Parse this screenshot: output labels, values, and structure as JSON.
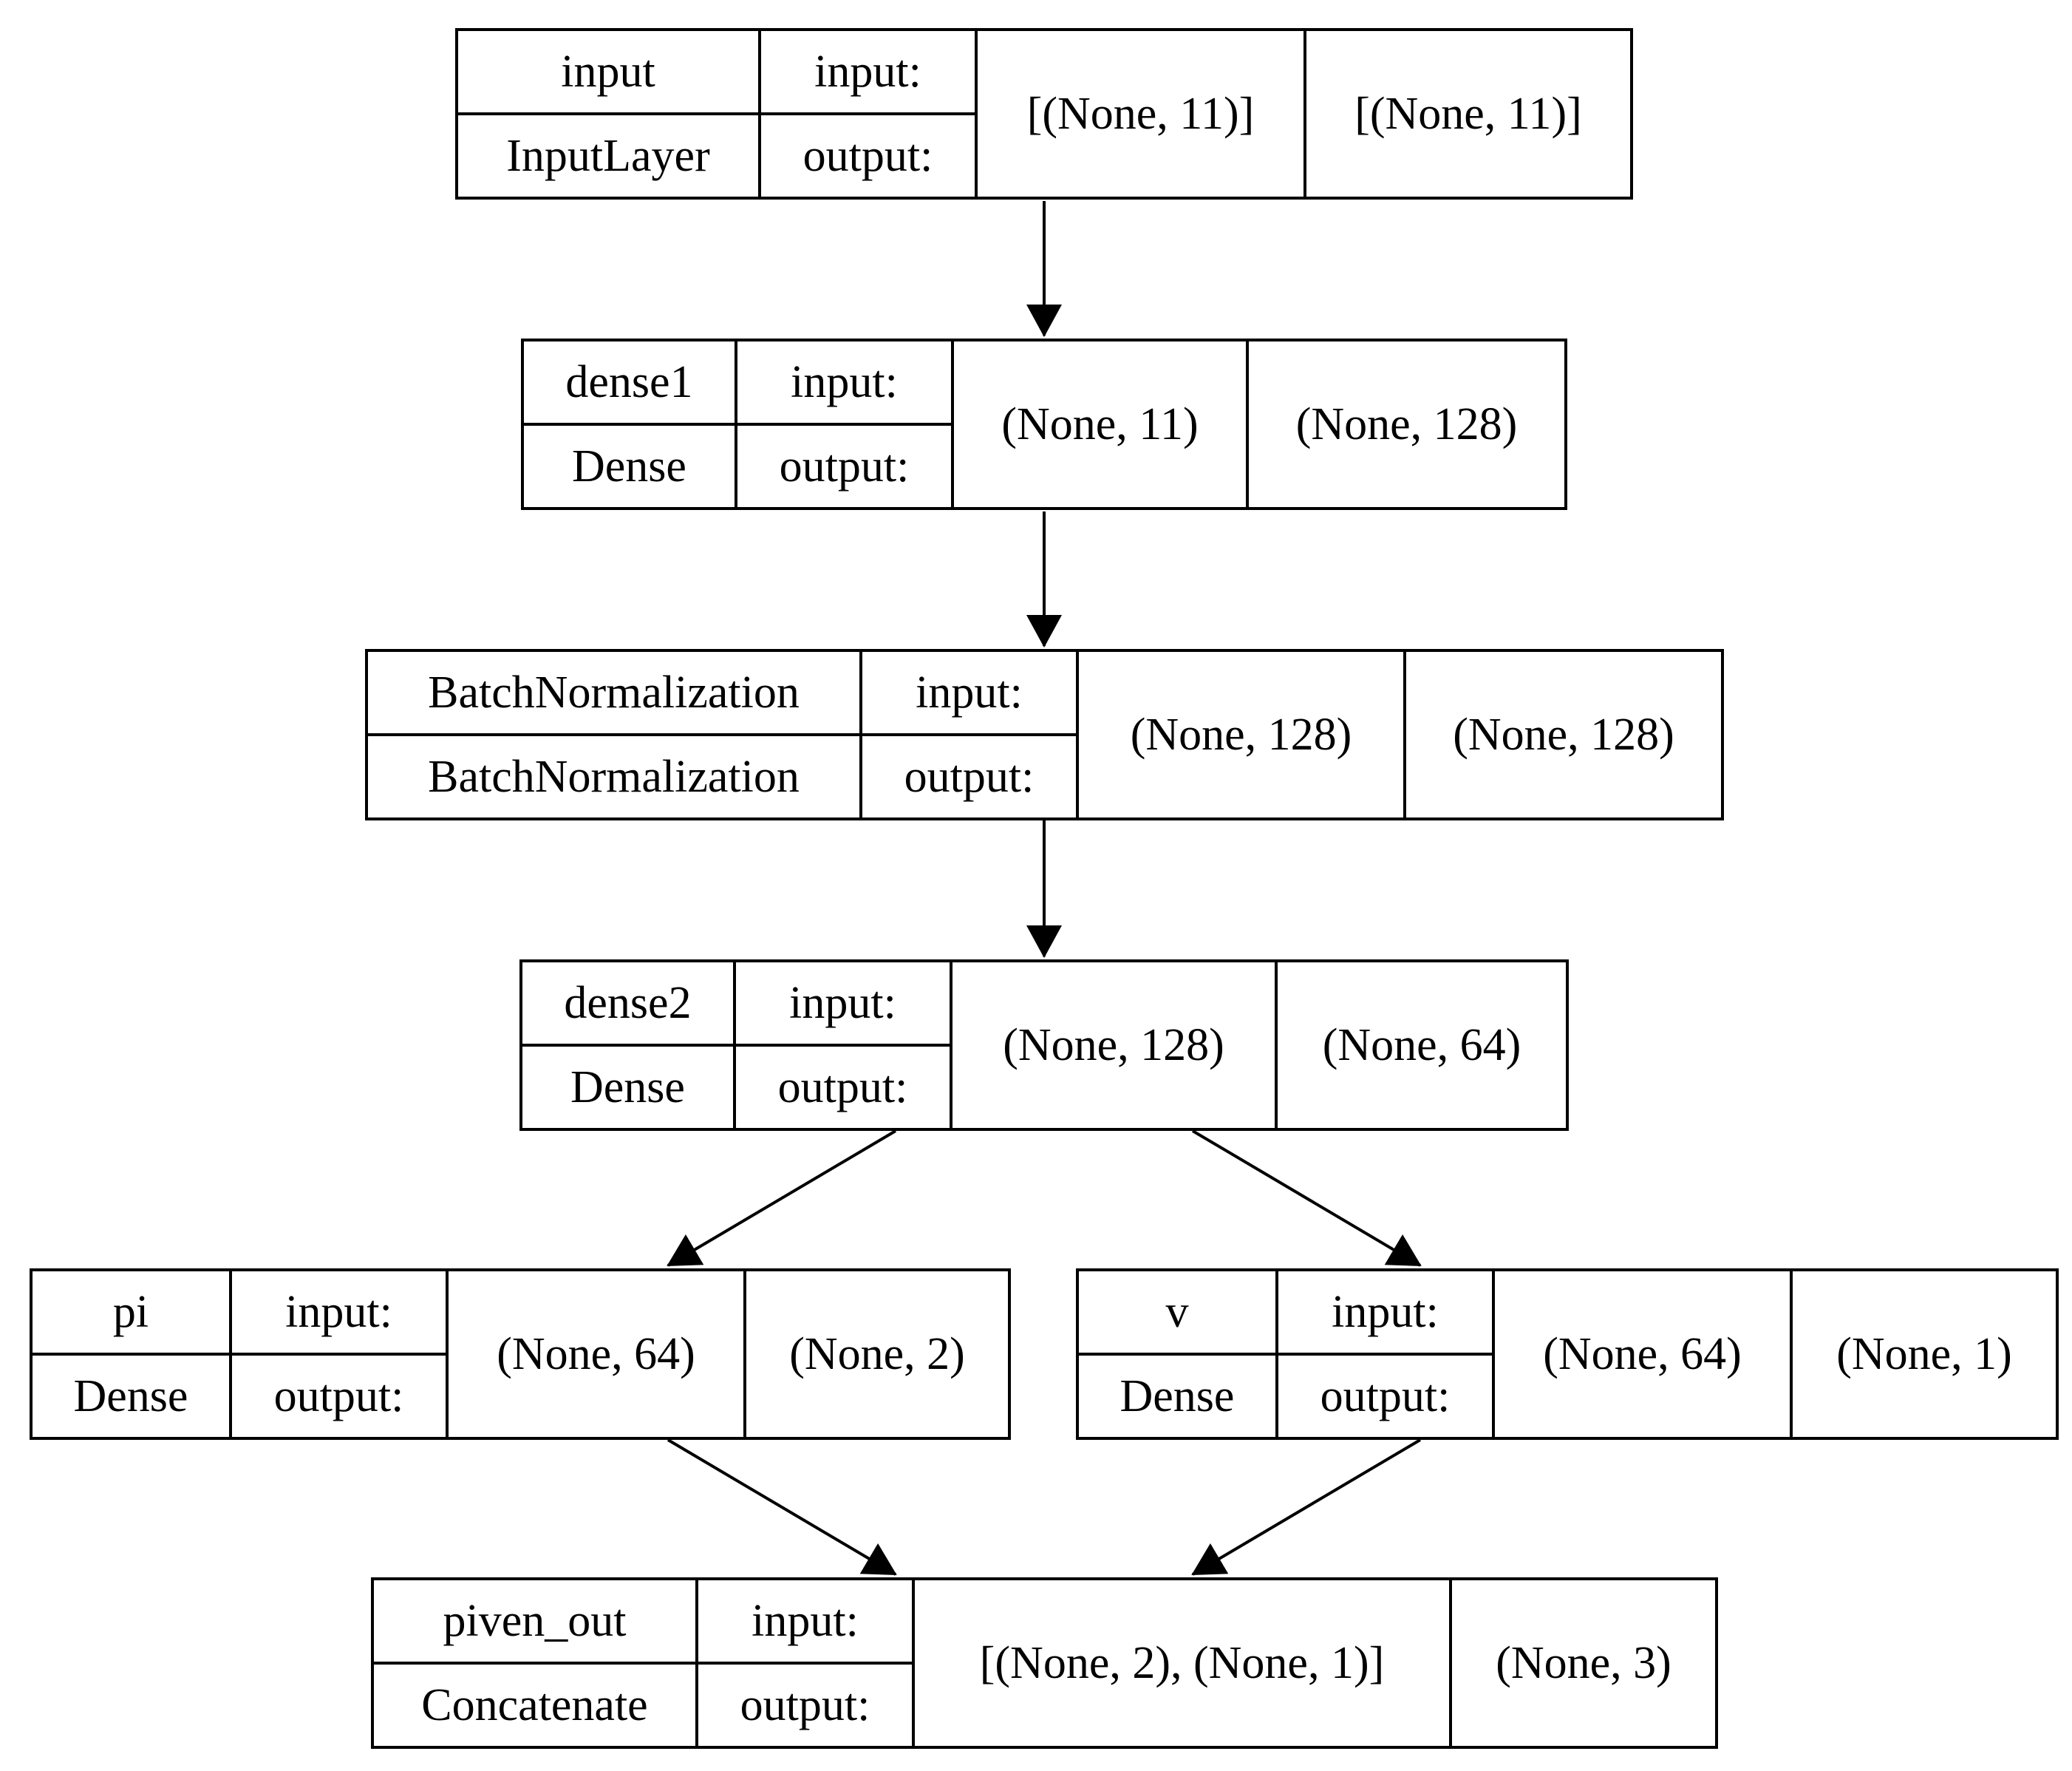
{
  "nodes": [
    {
      "name": "input",
      "type": "InputLayer",
      "input_label": "input:",
      "output_label": "output:",
      "input_shape": "[(None, 11)]",
      "output_shape": "[(None, 11)]"
    },
    {
      "name": "dense1",
      "type": "Dense",
      "input_label": "input:",
      "output_label": "output:",
      "input_shape": "(None, 11)",
      "output_shape": "(None, 128)"
    },
    {
      "name": "BatchNormalization",
      "type": "BatchNormalization",
      "input_label": "input:",
      "output_label": "output:",
      "input_shape": "(None, 128)",
      "output_shape": "(None, 128)"
    },
    {
      "name": "dense2",
      "type": "Dense",
      "input_label": "input:",
      "output_label": "output:",
      "input_shape": "(None, 128)",
      "output_shape": "(None, 64)"
    },
    {
      "name": "pi",
      "type": "Dense",
      "input_label": "input:",
      "output_label": "output:",
      "input_shape": "(None, 64)",
      "output_shape": "(None, 2)"
    },
    {
      "name": "v",
      "type": "Dense",
      "input_label": "input:",
      "output_label": "output:",
      "input_shape": "(None, 64)",
      "output_shape": "(None, 1)"
    },
    {
      "name": "piven_out",
      "type": "Concatenate",
      "input_label": "input:",
      "output_label": "output:",
      "input_shape": "[(None, 2), (None, 1)]",
      "output_shape": "(None, 3)"
    }
  ],
  "edges": [
    {
      "from": "input",
      "to": "dense1"
    },
    {
      "from": "dense1",
      "to": "BatchNormalization"
    },
    {
      "from": "BatchNormalization",
      "to": "dense2"
    },
    {
      "from": "dense2",
      "to": "pi"
    },
    {
      "from": "dense2",
      "to": "v"
    },
    {
      "from": "pi",
      "to": "piven_out"
    },
    {
      "from": "v",
      "to": "piven_out"
    }
  ]
}
